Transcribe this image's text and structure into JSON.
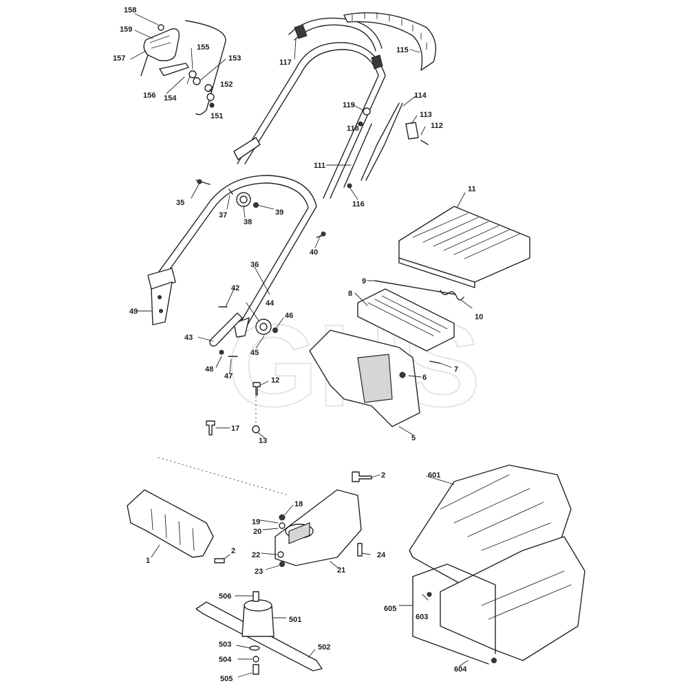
{
  "watermark": "GHS",
  "labels": {
    "p158": "158",
    "p159": "159",
    "p157": "157",
    "p155": "155",
    "p153": "153",
    "p156": "156",
    "p154": "154",
    "p152": "152",
    "p151": "151",
    "p117": "117",
    "p115": "115",
    "p119": "119",
    "p118": "118",
    "p114": "114",
    "p113": "113",
    "p112": "112",
    "p111": "111",
    "p116": "116",
    "p35": "35",
    "p37": "37",
    "p38": "38",
    "p39": "39",
    "p40": "40",
    "p11": "11",
    "p36": "36",
    "p42": "42",
    "p49": "49",
    "p44": "44",
    "p46": "46",
    "p43": "43",
    "p45": "45",
    "p48": "48",
    "p47": "47",
    "p9": "9",
    "p8": "8",
    "p10": "10",
    "p7": "7",
    "p6": "6",
    "p12": "12",
    "p17": "17",
    "p13": "13",
    "p5": "5",
    "p2a": "2",
    "p601": "601",
    "p18": "18",
    "p19": "19",
    "p20": "20",
    "p1": "1",
    "p2b": "2",
    "p22": "22",
    "p24": "24",
    "p23": "23",
    "p21": "21",
    "p506": "506",
    "p501": "501",
    "p605": "605",
    "p603": "603",
    "p502": "502",
    "p503": "503",
    "p504": "504",
    "p505": "505",
    "p604": "604"
  }
}
